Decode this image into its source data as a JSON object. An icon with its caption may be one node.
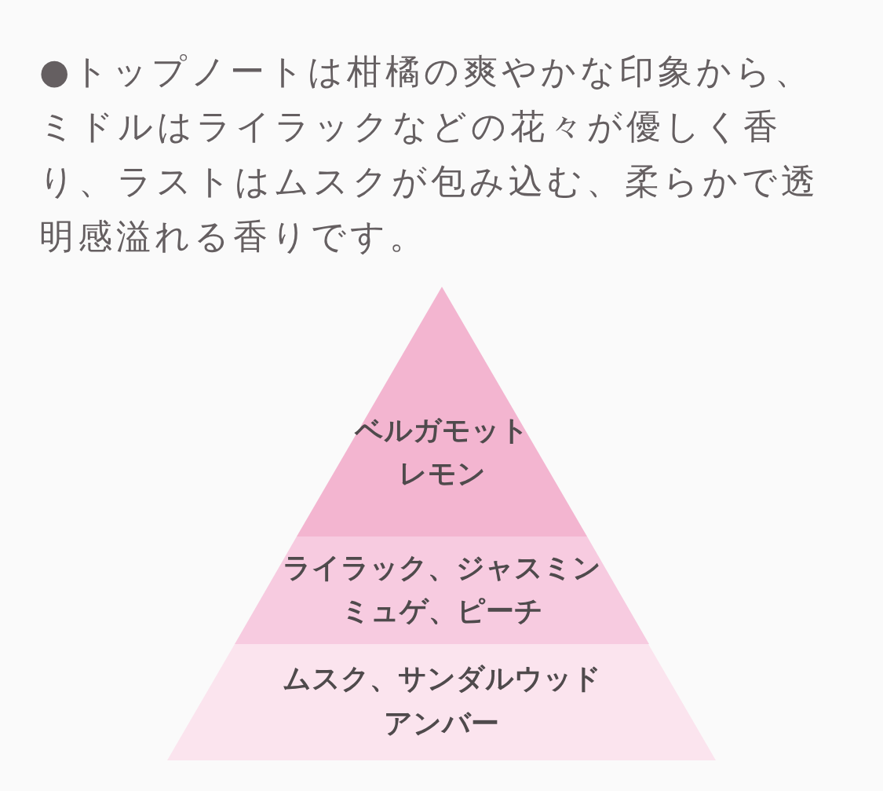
{
  "diagram": {
    "nodes": [
      {
        "text": [
          "ベルガモット",
          "レモン"
        ]
      },
      {
        "text": [
          "ライラック、ジャスミン",
          "ミュゲ、ピーチ"
        ]
      },
      {
        "text": [
          "ムスク、サンダルウッド",
          "アンバー"
        ]
      }
    ],
    "labels": [
      "●トップノートは柑橘の爽やかな印象から、ミドルはライラックなどの花々が優しく香り、ラストはムスクが包み込む、柔らかで透明感溢れる香りです。"
    ]
  }
}
